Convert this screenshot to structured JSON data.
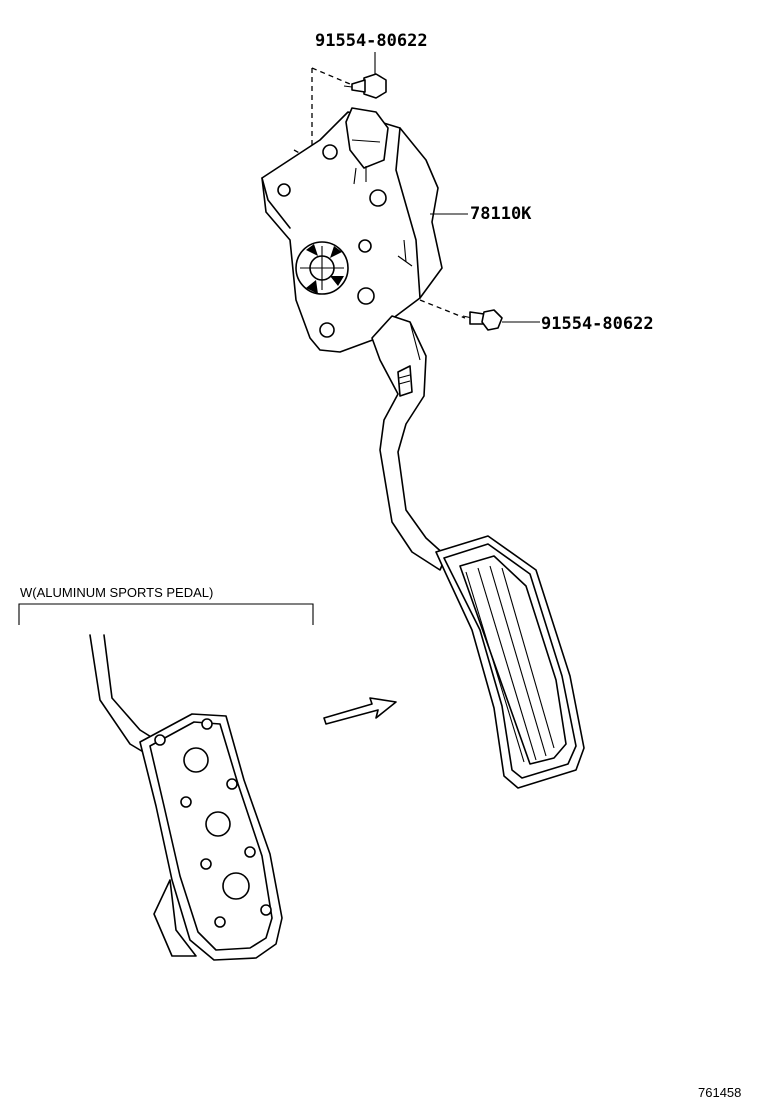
{
  "callouts": {
    "bolt_top": "91554-80622",
    "sensor_assy": "78110K",
    "bolt_right": "91554-80622"
  },
  "inset": {
    "title": "W(ALUMINUM SPORTS PEDAL)"
  },
  "diagram_id": "761458"
}
